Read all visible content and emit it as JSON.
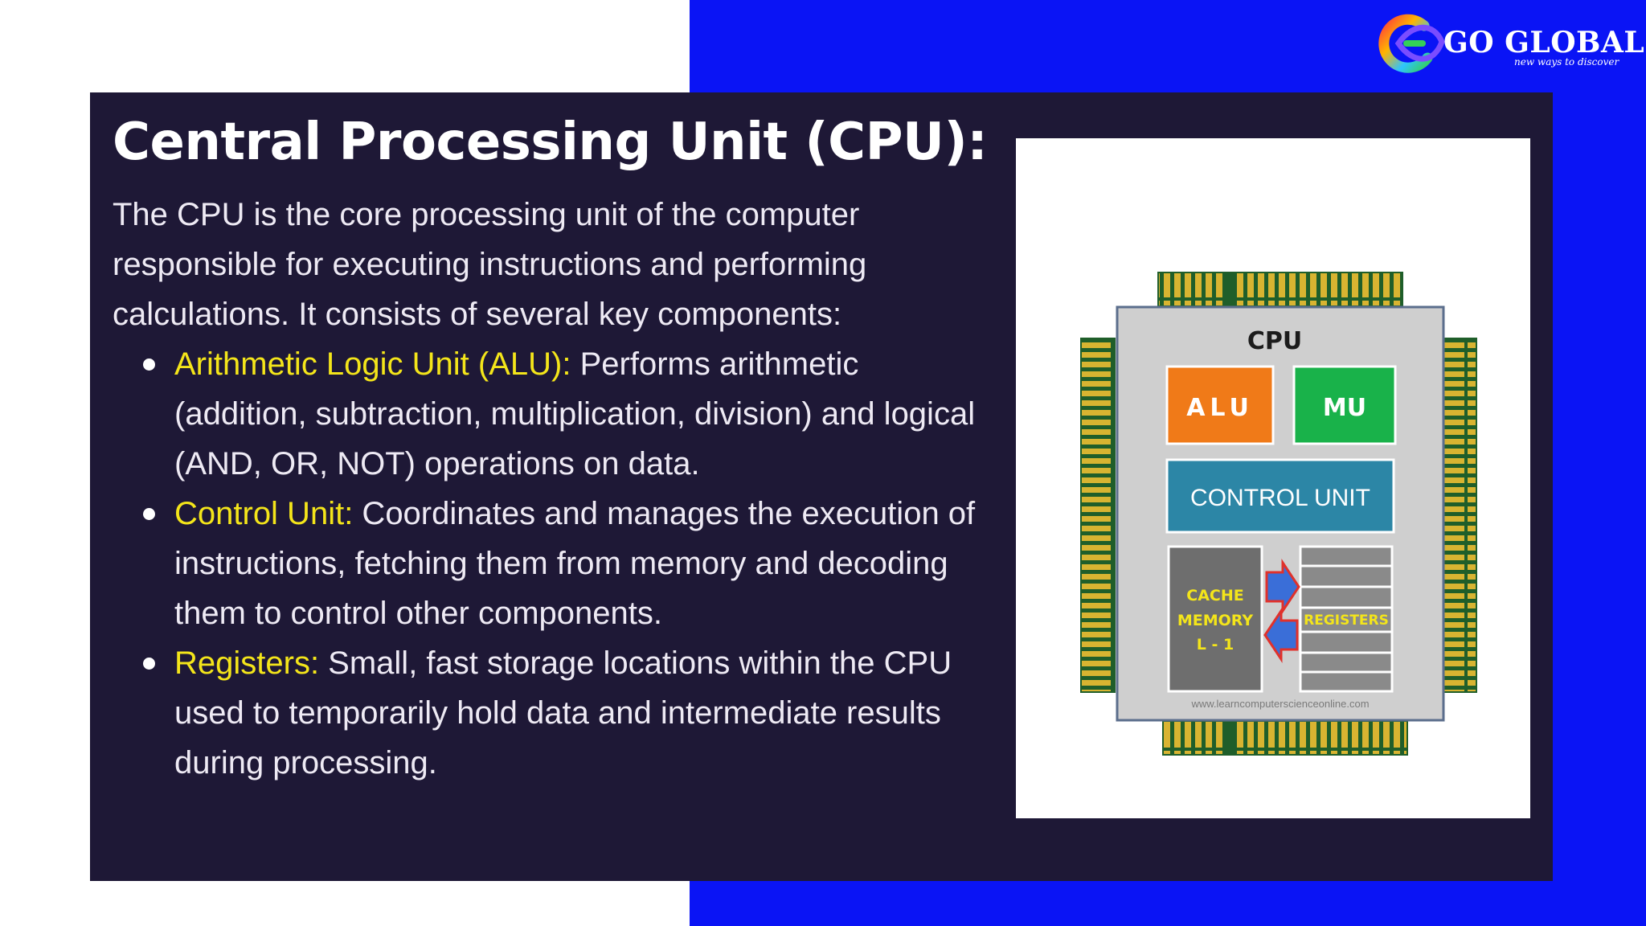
{
  "brand": {
    "name": "GO GLOBAL",
    "tagline": "new ways to discover",
    "colors": {
      "background_blue": "#0a14f5",
      "panel": "#1e1836",
      "highlight": "#f4e51a"
    }
  },
  "slide": {
    "title": "Central Processing Unit (CPU):",
    "intro": "The CPU is the core processing unit of the computer responsible for executing instructions and performing calculations. It consists of several key components:",
    "bullets": [
      {
        "term": "Arithmetic Logic Unit (ALU):",
        "text": " Performs arithmetic (addition, subtraction, multiplication, division) and logical (AND, OR, NOT) operations on data."
      },
      {
        "term": "Control Unit:",
        "text": " Coordinates and manages the execution of instructions, fetching them from memory and decoding them to control other components."
      },
      {
        "term": "Registers:",
        "text": " Small, fast storage locations within the CPU used to temporarily hold data and intermediate results during processing."
      }
    ]
  },
  "diagram": {
    "cpu_label": "CPU",
    "alu_label": "ALU",
    "mu_label": "MU",
    "control_unit_label": "CONTROL UNIT",
    "cache_line1": "CACHE",
    "cache_line2": "MEMORY",
    "cache_line3": "L - 1",
    "registers_label": "REGISTERS",
    "watermark": "www.learncomputerscienceonline.com",
    "colors": {
      "alu": "#f07a18",
      "mu": "#19b24a",
      "control_unit": "#2c86a6",
      "cache": "#6e6e6e",
      "chip_body": "#cfcfcf",
      "pins": "#d8b431"
    }
  }
}
